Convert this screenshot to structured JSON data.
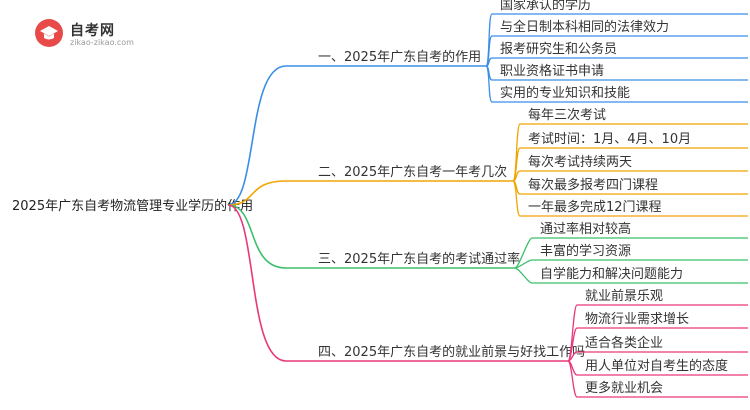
{
  "brand": {
    "name": "自考网",
    "domain": "zikao-zikao.com",
    "color": "#e84a4a"
  },
  "root": "2025年广东自考物流管理专业学历的作用",
  "branches": [
    {
      "label": "一、2025年广东自考的作用",
      "color": "#3a8ee6",
      "children": [
        "国家承认的学历",
        "与全日制本科相同的法律效力",
        "报考研究生和公务员",
        "职业资格证书申请",
        "实用的专业知识和技能"
      ]
    },
    {
      "label": "二、2025年广东自考一年考几次",
      "color": "#f0a500",
      "children": [
        "每年三次考试",
        "考试时间：1月、4月、10月",
        "每次考试持续两天",
        "每次最多报考四门课程",
        "一年最多完成12门课程"
      ]
    },
    {
      "label": "三、2025年广东自考的考试通过率",
      "color": "#3cbf6a",
      "children": [
        "通过率相对较高",
        "丰富的学习资源",
        "自学能力和解决问题能力"
      ]
    },
    {
      "label": "四、2025年广东自考的就业前景与好找工作吗",
      "color": "#e8387a",
      "children": [
        "就业前景乐观",
        "物流行业需求增长",
        "适合各类企业",
        "用人单位对自考生的态度",
        "更多就业机会"
      ]
    }
  ]
}
